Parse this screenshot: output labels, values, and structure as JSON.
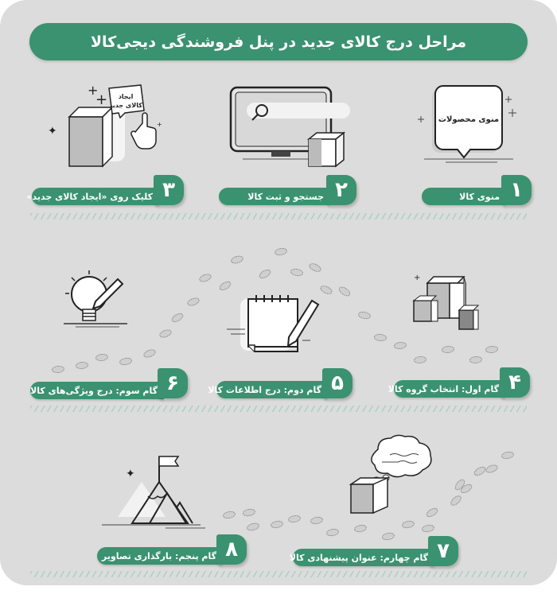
{
  "title": "مراحل درج کالای جدید در پنل فروشندگی دیجی‌کالا",
  "colors": {
    "background": "#dcdcdc",
    "accent_green": "#3a9270",
    "chevron": "#a8cfc1",
    "text_on_green": "#ffffff"
  },
  "rows": [
    {
      "steps": [
        {
          "number": "۱",
          "label": "منوی کالا",
          "illustration": "speech-bubble-icon",
          "illustration_text": "منوی محصولات"
        },
        {
          "number": "۲",
          "label": "جستجو و ثبت کالا",
          "illustration": "monitor-search-icon"
        },
        {
          "number": "۳",
          "label": "کلیک روی «ایجاد کالای جدید»",
          "illustration": "box-click-icon",
          "illustration_text": "ایجاد کالای جدید"
        }
      ]
    },
    {
      "steps": [
        {
          "number": "۴",
          "label": "گام اول: انتخاب گروه کالا",
          "illustration": "boxes-icon"
        },
        {
          "number": "۵",
          "label": "گام دوم: درج اطلاعات کالا",
          "illustration": "notepad-pencil-icon"
        },
        {
          "number": "۶",
          "label": "گام سوم: درج ویژگی‌های کالا",
          "illustration": "lightbulb-pencil-icon"
        }
      ]
    },
    {
      "steps": [
        {
          "number": "۷",
          "label": "گام چهارم: عنوان پیشنهادی کالا",
          "illustration": "box-thought-cloud-icon"
        },
        {
          "number": "۸",
          "label": "گام پنجم: بارگذاری تصاویر",
          "illustration": "mountain-flag-icon"
        }
      ]
    }
  ]
}
